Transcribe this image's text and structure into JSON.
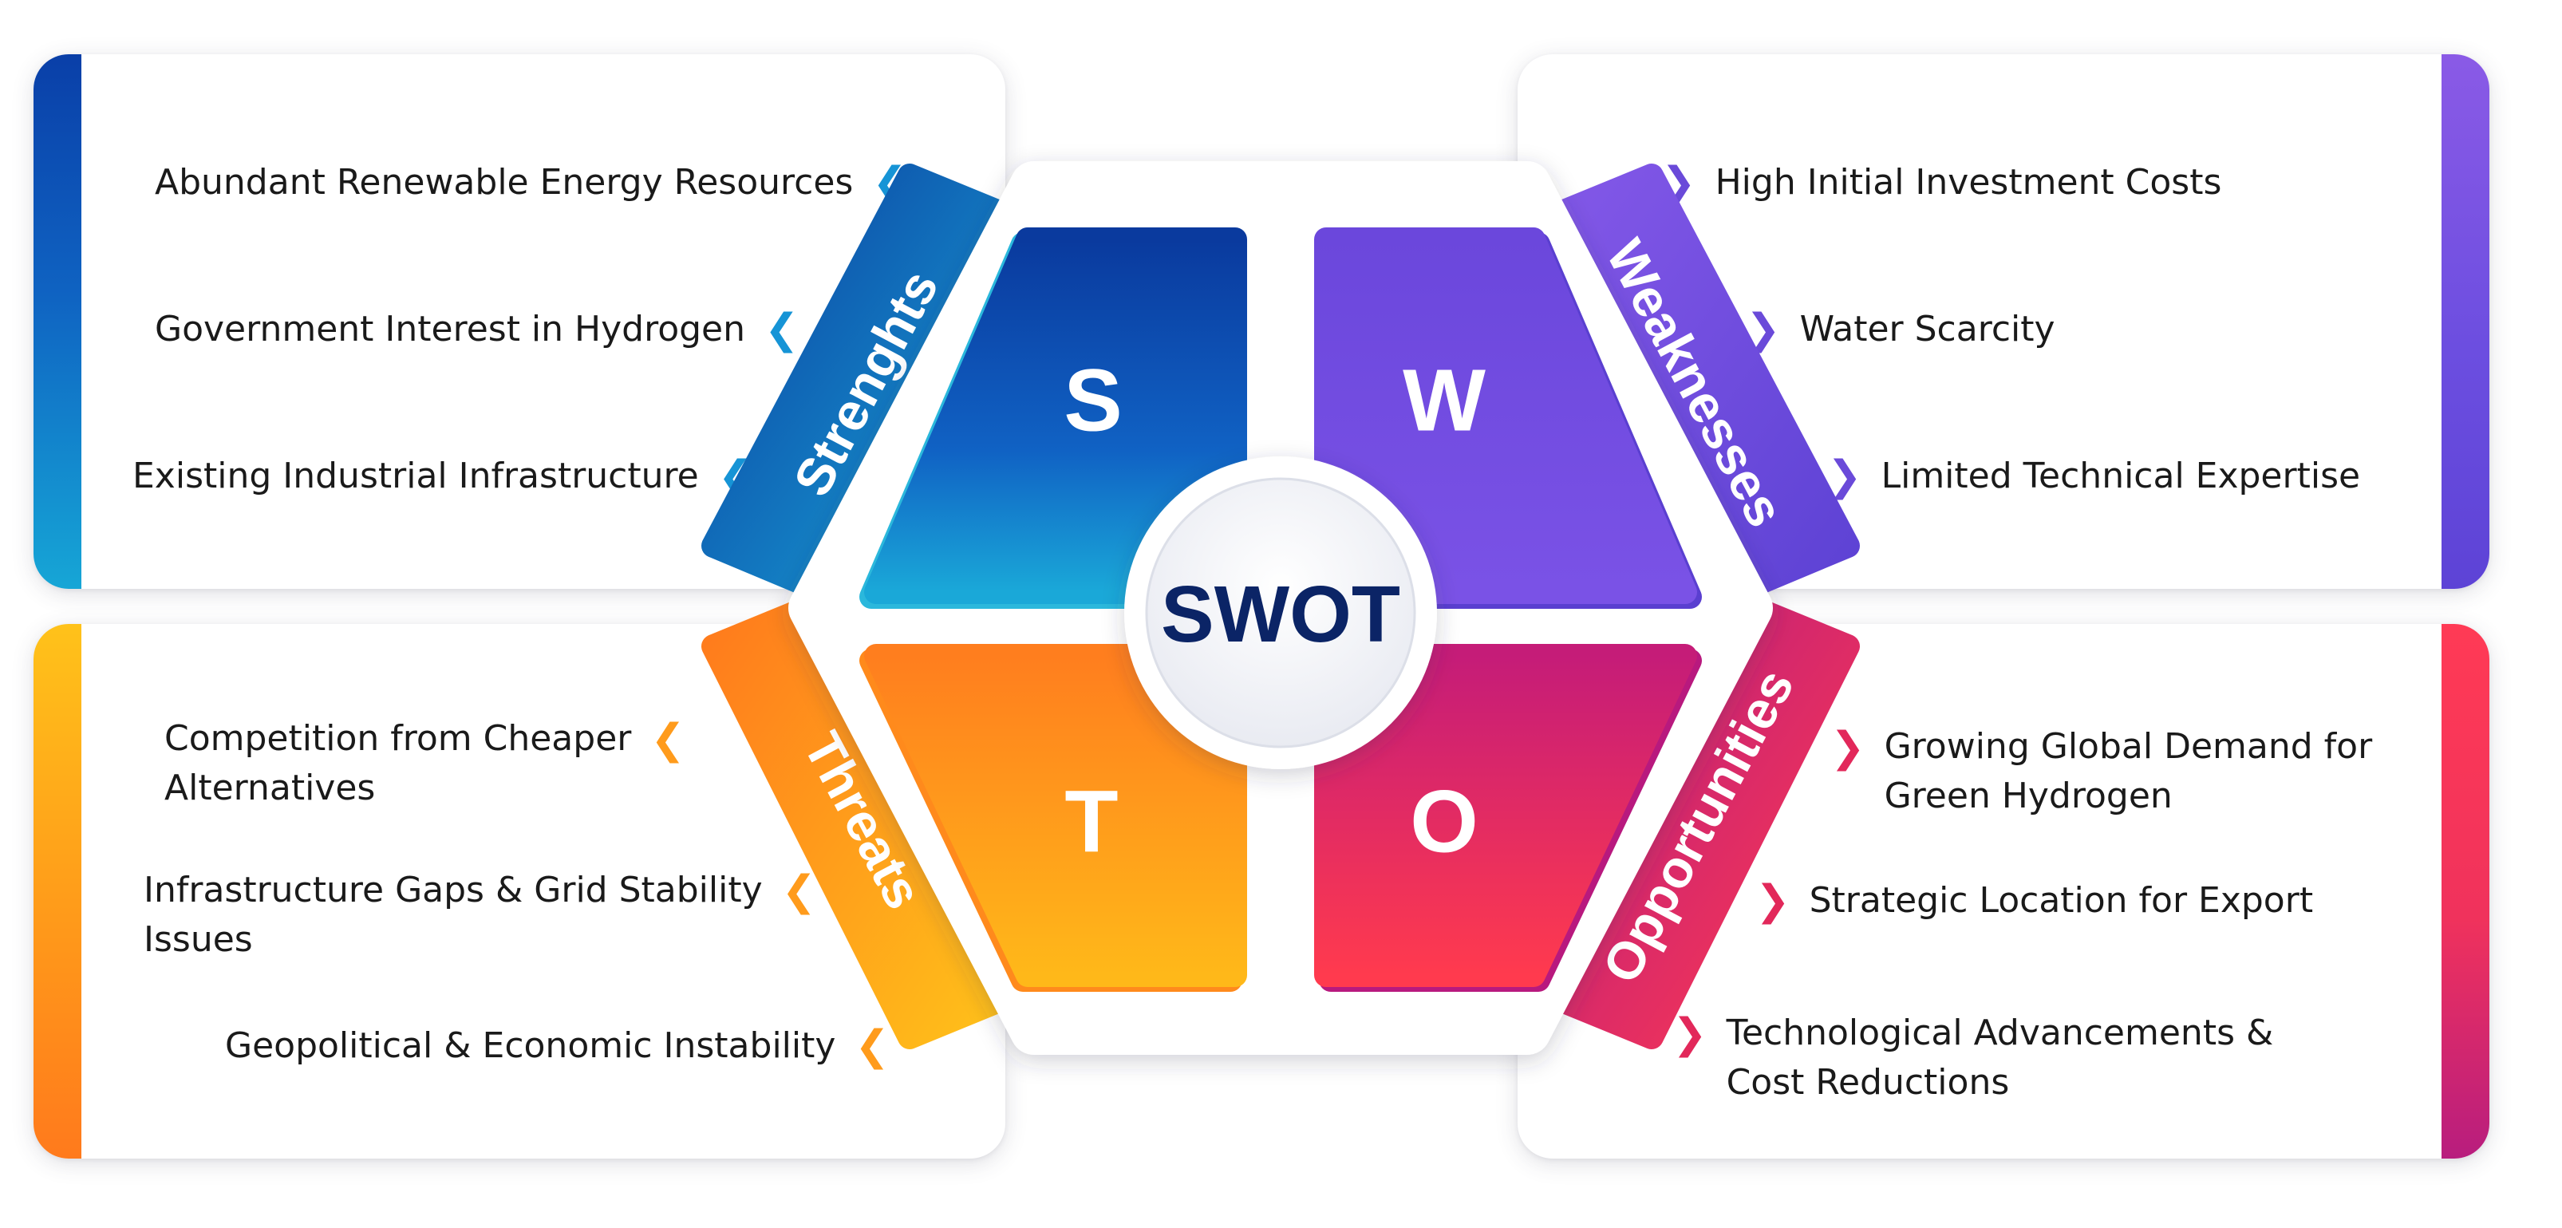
{
  "center_label": "SWOT",
  "strengths": {
    "label": "Strenghts",
    "letter": "S",
    "items": [
      "Abundant Renewable Energy Resources",
      "Government Interest in Hydrogen",
      "Existing Industrial Infrastructure"
    ]
  },
  "weaknesses": {
    "label": "Weaknesses",
    "letter": "W",
    "items": [
      "High Initial Investment Costs",
      "Water Scarcity",
      "Limited Technical Expertise"
    ]
  },
  "threats": {
    "label": "Threats",
    "letter": "T",
    "items": [
      [
        "Competition from Cheaper",
        "Alternatives"
      ],
      [
        "Infrastructure Gaps & Grid Stability",
        "Issues"
      ],
      [
        "Geopolitical & Economic Instability"
      ]
    ]
  },
  "opportunities": {
    "label": "Opportunities",
    "letter": "O",
    "items": [
      [
        "Growing Global Demand for",
        "Green Hydrogen"
      ],
      [
        "Strategic Location for Export"
      ],
      [
        "Technological Advancements &",
        "Cost Reductions"
      ]
    ]
  },
  "colors": {
    "strengths": "#0d55b8",
    "weaknesses": "#6a4ad9",
    "threats": "#ff9b1c",
    "opportunities": "#e2285a",
    "center_text": "#0b2466"
  },
  "icons": {
    "left_items": "chevron-left-icon",
    "right_items": "chevron-right-icon"
  }
}
